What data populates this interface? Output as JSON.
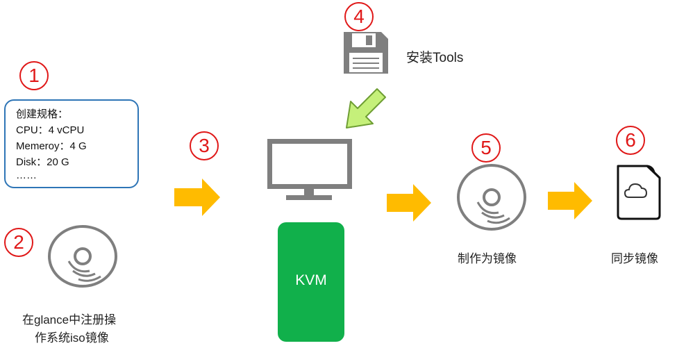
{
  "steps": [
    "1",
    "2",
    "3",
    "4",
    "5",
    "6"
  ],
  "spec": {
    "title": "创建规格：",
    "cpu": "CPU：4 vCPU",
    "memory": "Memeroy：4 G",
    "disk": "Disk：20 G",
    "more": "……"
  },
  "iso_label_line1": "在glance中注册操",
  "iso_label_line2": "作系统iso镜像",
  "tools_label": "安装Tools",
  "kvm_label": "KVM",
  "make_image_label": "制作为镜像",
  "sync_image_label": "同步镜像",
  "icons": [
    "disc-icon",
    "monitor-icon",
    "floppy-disk-icon",
    "cloud-file-icon",
    "arrow-right-icon",
    "arrow-down-left-icon"
  ],
  "colors": {
    "accent_red": "#e01818",
    "box_blue": "#2e75b6",
    "kvm_green": "#11b04b",
    "arrow_orange": "#ffbb00",
    "arrow_green": "#c5f07a",
    "icon_gray": "#7f7f7f"
  }
}
